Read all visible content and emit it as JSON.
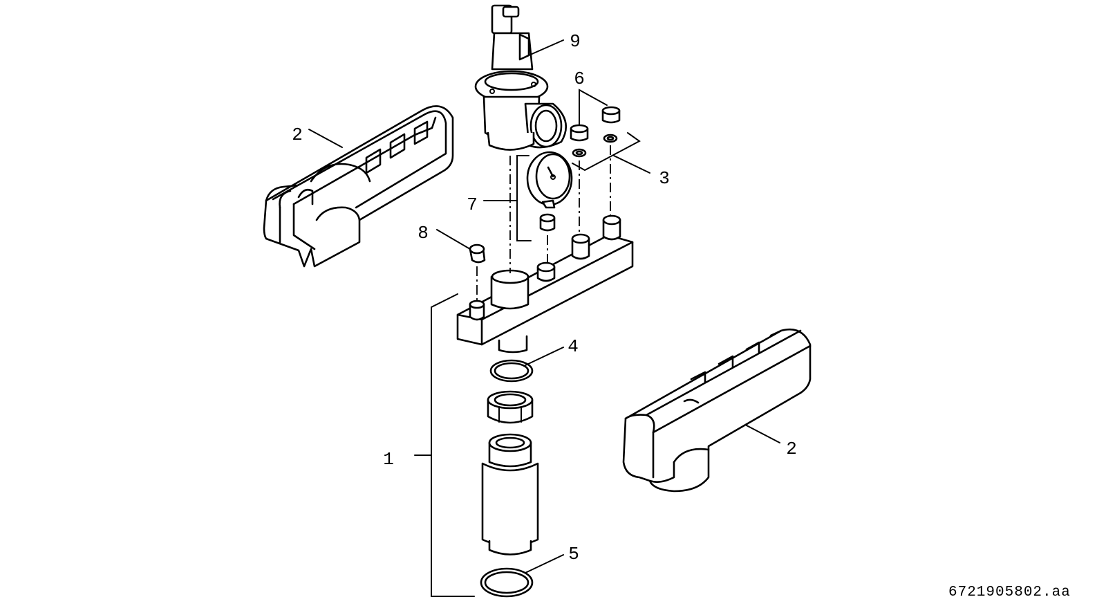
{
  "drawing_code": "6721905802.aa",
  "callouts": [
    {
      "id": "c1",
      "text": "1"
    },
    {
      "id": "c2a",
      "text": "2"
    },
    {
      "id": "c2b",
      "text": "2"
    },
    {
      "id": "c3",
      "text": "3"
    },
    {
      "id": "c4",
      "text": "4"
    },
    {
      "id": "c5",
      "text": "5"
    },
    {
      "id": "c6",
      "text": "6"
    },
    {
      "id": "c7",
      "text": "7"
    },
    {
      "id": "c8",
      "text": "8"
    },
    {
      "id": "c9",
      "text": "9"
    }
  ]
}
